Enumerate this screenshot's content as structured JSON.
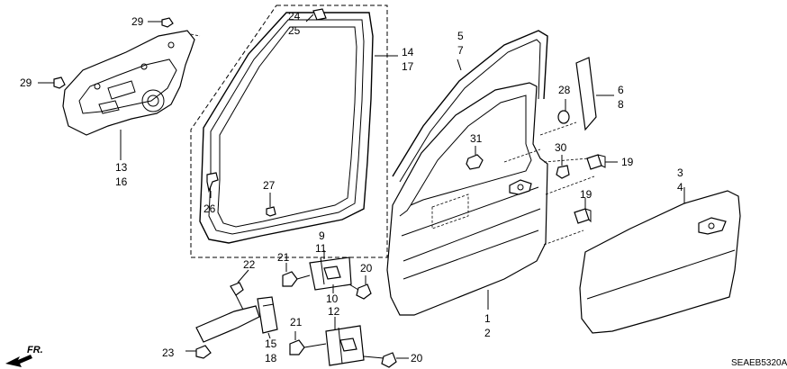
{
  "callouts": {
    "c29a": "29",
    "c29b": "29",
    "c13": "13",
    "c16": "16",
    "c24": "24",
    "c25": "25",
    "c14": "14",
    "c17": "17",
    "c26": "26",
    "c27": "27",
    "c5": "5",
    "c7": "7",
    "c28": "28",
    "c6": "6",
    "c8": "8",
    "c31": "31",
    "c30": "30",
    "c19a": "19",
    "c19b": "19",
    "c3": "3",
    "c4": "4",
    "c9": "9",
    "c11": "11",
    "c21a": "21",
    "c21b": "21",
    "c20a": "20",
    "c20b": "20",
    "c10": "10",
    "c12": "12",
    "c22": "22",
    "c23": "23",
    "c15": "15",
    "c18": "18",
    "c1": "1",
    "c2": "2"
  },
  "direction_label": "FR.",
  "diagram_code": "SEAEB5320A"
}
